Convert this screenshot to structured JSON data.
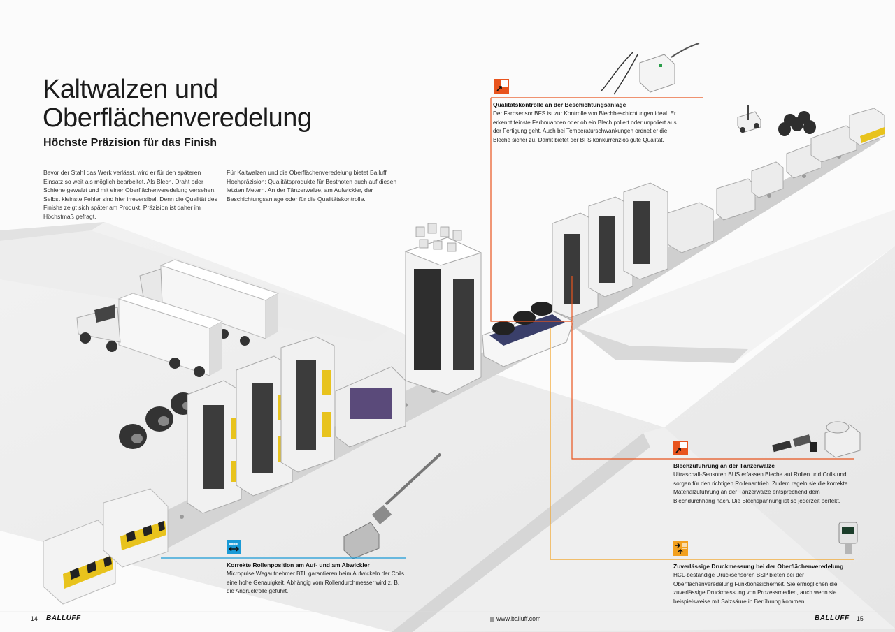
{
  "title": {
    "line1": "Kaltwalzen und",
    "line2": "Oberflächenveredelung"
  },
  "subtitle": "Höchste Präzision für das Finish",
  "intro": {
    "col1": "Bevor der Stahl das Werk verlässt, wird er für den späteren Einsatz so weit als möglich bearbeitet. Als Blech, Draht oder Schiene gewalzt und mit einer Oberflächenveredelung versehen. Selbst kleinste Fehler sind hier irreversibel. Denn die Qualität des Finishs zeigt sich später am Produkt. Präzision ist daher im Höchstmaß gefragt.",
    "col2": "Für Kaltwalzen und die Oberflächenveredelung bietet Balluff Hochpräzision: Qualitätsprodukte für Bestnoten auch auf diesen letzten Metern. An der Tänzerwalze, am Aufwickler, der Beschichtungsanlage oder für die Qualitätskontrolle."
  },
  "callouts": {
    "quality": {
      "title": "Qualitätskontrolle an der Beschichtungsanlage",
      "text": "Der Farbsensor BFS ist zur Kontrolle von Blechbeschichtungen ideal. Er erkennt feinste Farbnuancen oder ob ein Blech poliert oder unpoliert aus der Fertigung geht. Auch bei Temperaturschwankungen ordnet er die Bleche sicher zu. Damit bietet der BFS konkurrenzlos gute Qualität.",
      "icon": "optical-sensor-icon",
      "color": "#e8541e"
    },
    "tension": {
      "title": "Blechzuführung an der Tänzerwalze",
      "text": "Ultraschall-Sensoren BUS erfassen Bleche auf Rollen und Coils und sorgen für den richtigen Rollenantrieb. Zudem regeln sie die korrekte Materialzuführung an der Tänzerwalze entsprechend dem Blechdurchhang nach. Die Blechspannung ist so jederzeit perfekt.",
      "icon": "ultrasonic-sensor-icon",
      "color": "#e8541e"
    },
    "pressure": {
      "title": "Zuverlässige Druckmessung bei der Oberflächenveredelung",
      "text": "HCL-beständige Drucksensoren BSP bieten bei der Oberflächenveredelung Funktionssicherheit. Sie ermöglichen die zuverlässige Druckmessung von Prozessmedien, auch wenn sie beispielsweise mit Salzsäure in Berührung kommen.",
      "icon": "pressure-sensor-icon",
      "color": "#f2a01e"
    },
    "position": {
      "title": "Korrekte Rollenposition am Auf- und am Abwickler",
      "text": "Micropulse Wegaufnehmer BTL garantieren beim Aufwickeln der Coils eine hohe Genauigkeit. Abhängig vom Rollendurchmesser wird z. B. die Andruckrolle geführt.",
      "icon": "linear-position-icon",
      "color": "#1a9ad6"
    }
  },
  "footer": {
    "page_left": "14",
    "brand_left": "BALLUFF",
    "url": "www.balluff.com",
    "brand_right": "BALLUFF",
    "page_right": "15"
  }
}
